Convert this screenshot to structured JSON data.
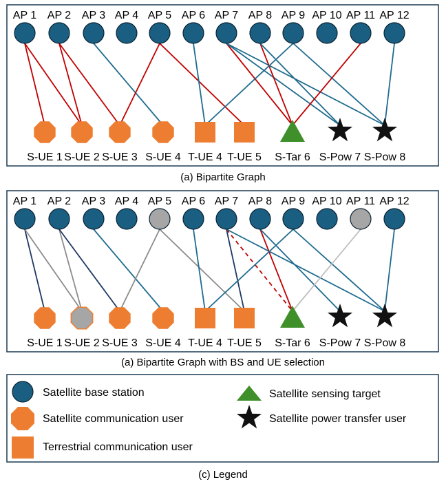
{
  "colors": {
    "ap": "#1a5f82",
    "ap_stroke": "#0b2233",
    "ap_unselected": "#a6a6a6",
    "user": "#ed7d31",
    "user_unselected": "#a6a6a6",
    "target": "#3f8f2a",
    "power_user": "#111111",
    "edge_red": "#c00000",
    "edge_blue": "#1f6b8e",
    "edge_navy": "#1f3864",
    "edge_gray": "#8c8c8c",
    "edge_lightgray": "#bfbfbf"
  },
  "ap_labels": [
    "AP 1",
    "AP 2",
    "AP 3",
    "AP 4",
    "AP 5",
    "AP 6",
    "AP 7",
    "AP 8",
    "AP 9",
    "AP 10",
    "AP 11",
    "AP 12"
  ],
  "user_labels": [
    "S-UE 1",
    "S-UE 2",
    "S-UE 3",
    "S-UE 4",
    "T-UE 4",
    "T-UE 5",
    "S-Tar 6",
    "S-Pow 7",
    "S-Pow 8"
  ],
  "user_types": [
    "sat-ue",
    "sat-ue",
    "sat-ue",
    "sat-ue",
    "ter-ue",
    "ter-ue",
    "target",
    "power",
    "power"
  ],
  "panel_a": {
    "caption": "(a) Bipartite Graph",
    "edges": [
      {
        "ap": 1,
        "user": 1,
        "color": "red"
      },
      {
        "ap": 1,
        "user": 2,
        "color": "red"
      },
      {
        "ap": 2,
        "user": 2,
        "color": "red"
      },
      {
        "ap": 2,
        "user": 3,
        "color": "red"
      },
      {
        "ap": 3,
        "user": 4,
        "color": "blue"
      },
      {
        "ap": 5,
        "user": 3,
        "color": "red"
      },
      {
        "ap": 5,
        "user": 6,
        "color": "red"
      },
      {
        "ap": 6,
        "user": 5,
        "color": "blue"
      },
      {
        "ap": 7,
        "user": 7,
        "color": "red"
      },
      {
        "ap": 7,
        "user": 8,
        "color": "blue"
      },
      {
        "ap": 7,
        "user": 9,
        "color": "blue"
      },
      {
        "ap": 8,
        "user": 7,
        "color": "red"
      },
      {
        "ap": 8,
        "user": 8,
        "color": "blue"
      },
      {
        "ap": 9,
        "user": 5,
        "color": "blue"
      },
      {
        "ap": 9,
        "user": 9,
        "color": "blue"
      },
      {
        "ap": 11,
        "user": 7,
        "color": "red"
      },
      {
        "ap": 12,
        "user": 9,
        "color": "blue"
      }
    ]
  },
  "panel_b": {
    "caption": "(a) Bipartite Graph with BS and UE selection",
    "unselected_aps": [
      5,
      11
    ],
    "unselected_users": [
      2
    ],
    "edges": [
      {
        "ap": 1,
        "user": 1,
        "color": "navy"
      },
      {
        "ap": 1,
        "user": 2,
        "color": "gray"
      },
      {
        "ap": 2,
        "user": 2,
        "color": "gray"
      },
      {
        "ap": 2,
        "user": 3,
        "color": "navy"
      },
      {
        "ap": 3,
        "user": 4,
        "color": "blue"
      },
      {
        "ap": 5,
        "user": 3,
        "color": "gray"
      },
      {
        "ap": 5,
        "user": 6,
        "color": "gray"
      },
      {
        "ap": 6,
        "user": 5,
        "color": "blue"
      },
      {
        "ap": 7,
        "user": 6,
        "color": "navy"
      },
      {
        "ap": 7,
        "user": 7,
        "color": "red",
        "dashed": true
      },
      {
        "ap": 7,
        "user": 9,
        "color": "blue"
      },
      {
        "ap": 8,
        "user": 7,
        "color": "red"
      },
      {
        "ap": 8,
        "user": 8,
        "color": "blue"
      },
      {
        "ap": 9,
        "user": 5,
        "color": "blue"
      },
      {
        "ap": 9,
        "user": 9,
        "color": "blue"
      },
      {
        "ap": 11,
        "user": 7,
        "color": "lightgray"
      },
      {
        "ap": 12,
        "user": 9,
        "color": "blue"
      }
    ]
  },
  "legend": {
    "caption": "(c) Legend",
    "items": [
      {
        "icon": "circle-icon",
        "text": "Satellite base station"
      },
      {
        "icon": "octagon-icon",
        "text": "Satellite communication user"
      },
      {
        "icon": "square-icon",
        "text": "Terrestrial communication user"
      },
      {
        "icon": "triangle-icon",
        "text": "Satellite sensing target"
      },
      {
        "icon": "star-icon",
        "text": "Satellite power transfer user"
      }
    ]
  }
}
